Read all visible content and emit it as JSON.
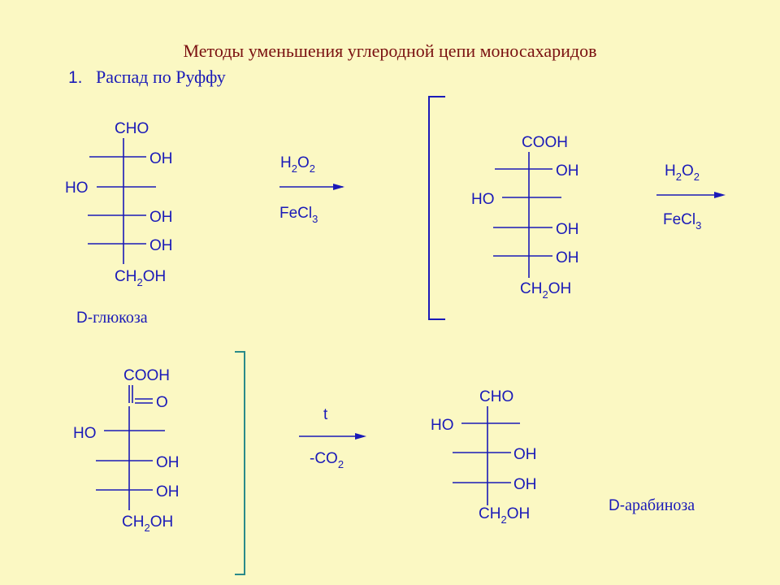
{
  "title": "Методы уменьшения углеродной цепи моносахаридов",
  "subtitle_num": "1.",
  "subtitle_text": "Распад по Руффу",
  "glucose": {
    "cho": "CHO",
    "oh1": "OH",
    "ho": "HO",
    "oh2": "OH",
    "oh3": "OH",
    "ch": "CH",
    "sub2": "2",
    "oh_end": "OH",
    "name_prefix": "D-",
    "name": "глюкоза"
  },
  "reagent1": {
    "h": "H",
    "sub_h": "2",
    "o": "O",
    "sub_o": "2",
    "fe": "FeCl",
    "sub_cl": "3"
  },
  "gluconic": {
    "cooh": "COOH",
    "oh1": "OH",
    "ho": "HO",
    "oh2": "OH",
    "oh3": "OH",
    "ch": "CH",
    "sub2": "2",
    "oh_end": "OH"
  },
  "reagent2": {
    "h": "H",
    "sub_h": "2",
    "o": "O",
    "sub_o": "2",
    "fe": "FeCl",
    "sub_cl": "3"
  },
  "keto": {
    "cooh": "COOH",
    "o": "O",
    "ho": "HO",
    "oh1": "OH",
    "oh2": "OH",
    "ch": "CH",
    "sub2": "2",
    "oh_end": "OH"
  },
  "reagent3": {
    "t": "t",
    "co": "-CO",
    "sub2": "2"
  },
  "arabinose": {
    "cho": "CHO",
    "ho": "HO",
    "oh1": "OH",
    "oh2": "OH",
    "ch": "CH",
    "sub2": "2",
    "oh_end": "OH",
    "name_prefix": "D-",
    "name": "арабиноза"
  }
}
